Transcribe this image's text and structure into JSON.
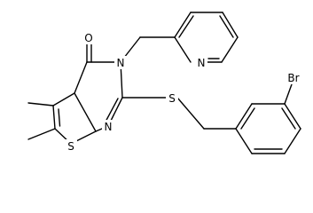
{
  "molecule": {
    "atoms": {
      "oxygen": "O",
      "n_ring_top": "N",
      "n_ring_bottom": "N",
      "n_pyridine": "N",
      "sulfur_thioether": "S",
      "sulfur_thiophene": "S",
      "bromine": "Br"
    }
  }
}
